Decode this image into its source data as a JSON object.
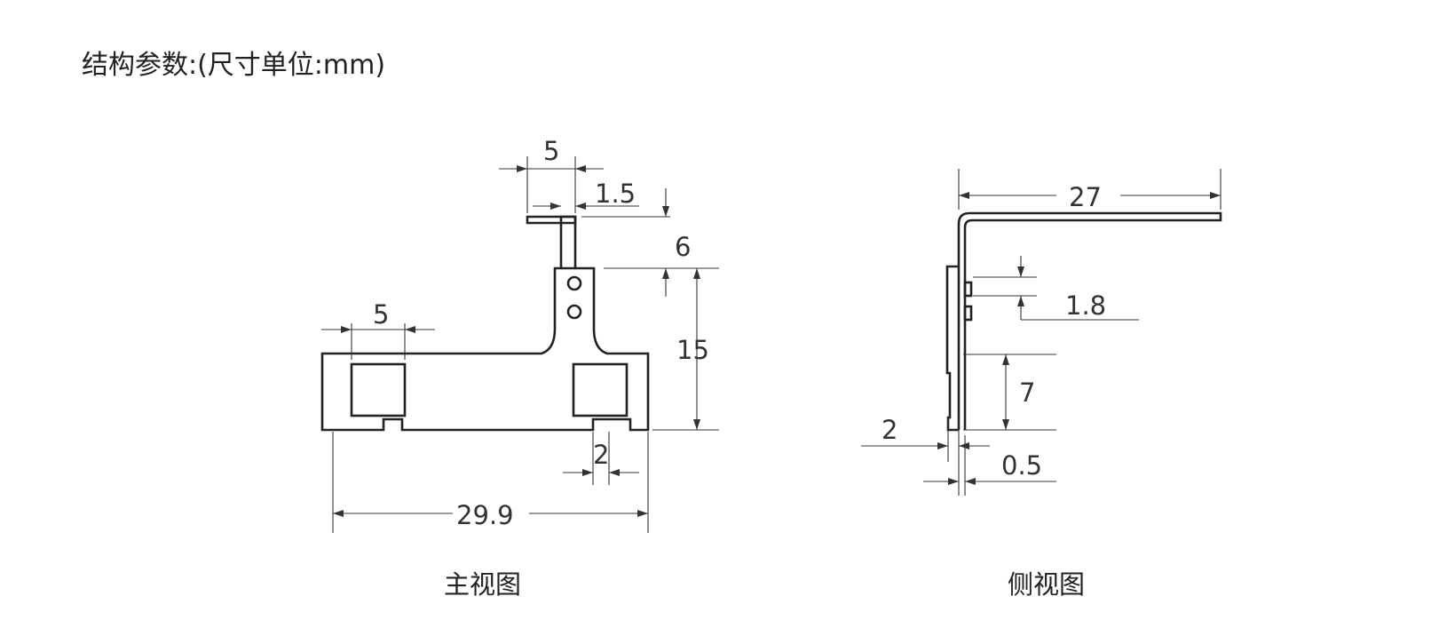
{
  "header": {
    "title": "结构参数:(尺寸单位:mm)"
  },
  "front_view": {
    "caption": "主视图",
    "dimensions": {
      "top_tab_width": "5",
      "tab_thickness": "1.5",
      "tab_height": "6",
      "stem_height": "15",
      "left_window_width": "5",
      "slot_width": "2",
      "total_width": "29.9"
    }
  },
  "side_view": {
    "caption": "侧视图",
    "dimensions": {
      "top_length": "27",
      "hole_pitch": "1.8",
      "step_height": "7",
      "offset": "2",
      "thickness": "0.5"
    }
  },
  "colors": {
    "line": "#222222",
    "text": "#333333",
    "background": "#ffffff"
  }
}
